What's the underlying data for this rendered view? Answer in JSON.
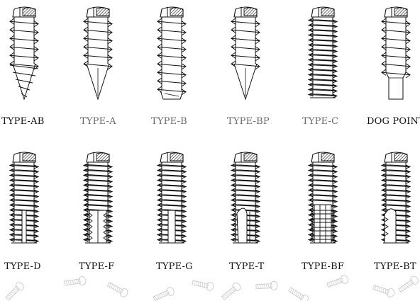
{
  "screws": [
    {
      "id": "ab",
      "label": "TYPE-AB",
      "tone": "dark",
      "shape": "gimlet-point",
      "slot": "none"
    },
    {
      "id": "a",
      "label": "TYPE-A",
      "tone": "faint",
      "shape": "cone-point",
      "slot": "none"
    },
    {
      "id": "b",
      "label": "TYPE-B",
      "tone": "faint",
      "shape": "blunt-point",
      "slot": "none"
    },
    {
      "id": "bp",
      "label": "TYPE-BP",
      "tone": "faint",
      "shape": "cone-point",
      "slot": "none"
    },
    {
      "id": "c",
      "label": "TYPE-C",
      "tone": "faint",
      "shape": "machine-thread",
      "slot": "none"
    },
    {
      "id": "dog",
      "label": "DOG POINT",
      "tone": "dark",
      "shape": "dog-point",
      "slot": "none"
    },
    {
      "id": "d",
      "label": "TYPE-D",
      "tone": "dark",
      "shape": "machine-thread",
      "slot": "narrow"
    },
    {
      "id": "f",
      "label": "TYPE-F",
      "tone": "dark",
      "shape": "machine-thread",
      "slot": "serrated"
    },
    {
      "id": "g",
      "label": "TYPE-G",
      "tone": "dark",
      "shape": "machine-thread",
      "slot": "wide"
    },
    {
      "id": "t",
      "label": "TYPE-T",
      "tone": "dark",
      "shape": "machine-thread",
      "slot": "cutaway"
    },
    {
      "id": "bf",
      "label": "TYPE-BF",
      "tone": "dark",
      "shape": "machine-thread",
      "slot": "comb"
    },
    {
      "id": "bt",
      "label": "TYPE-BT",
      "tone": "dark",
      "shape": "machine-thread",
      "slot": "notched"
    }
  ],
  "style": {
    "ink": "#111111",
    "faint": "#6a6a6a",
    "hatch": "#222222",
    "watermark": "#c8c8c8"
  }
}
